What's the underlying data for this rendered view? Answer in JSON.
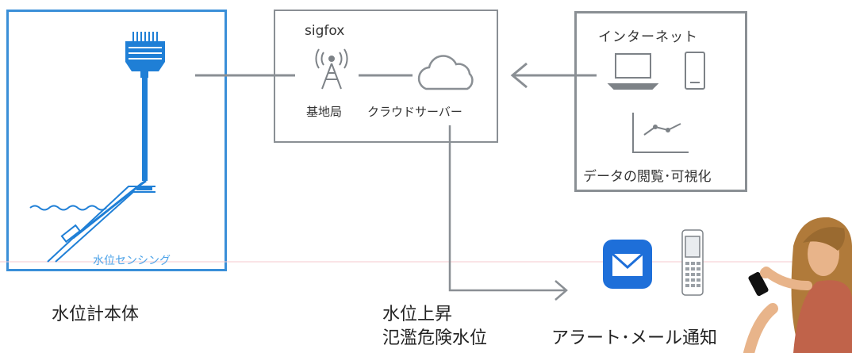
{
  "labels": {
    "sigfox": "sigfox",
    "base_station": "基地局",
    "cloud_server": "クラウドサーバー",
    "internet": "インターネット",
    "data_view": "データの閲覧･可視化",
    "water_sensing": "水位センシング",
    "gauge_body": "水位計本体",
    "water_rise": "水位上昇",
    "flood_danger": "氾濫危険水位",
    "alert_mail": "アラート･メール通知"
  },
  "icons": [
    "radio-tower-icon",
    "cloud-icon",
    "laptop-icon",
    "tablet-icon",
    "line-chart-icon",
    "mail-app-icon",
    "feature-phone-icon",
    "woman-with-phone-illustration"
  ],
  "colors": {
    "sensor_blue": "#3a8fd8",
    "box_gray": "#8a8f94",
    "mail_blue": "#1e6fd9",
    "skin": "#e8b48a",
    "shirt": "#c0634a",
    "hair": "#b07a3a"
  }
}
